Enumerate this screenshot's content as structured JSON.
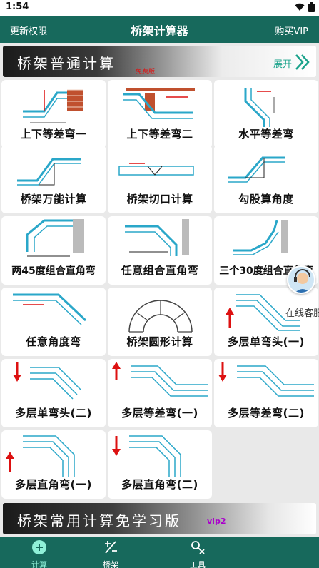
{
  "status": {
    "time": "1:54"
  },
  "appbar": {
    "left_label": "更新权限",
    "title": "桥架计算器",
    "right_label": "购买VIP"
  },
  "banner": {
    "title": "桥架普通计算",
    "subtitle": "免费版",
    "expand_label": "展开"
  },
  "cards": [
    {
      "label": "上下等差弯一"
    },
    {
      "label": "上下等差弯二"
    },
    {
      "label": "水平等差弯"
    },
    {
      "label": "桥架万能计算"
    },
    {
      "label": "桥架切口计算"
    },
    {
      "label": "勾股算角度"
    },
    {
      "label": "两45度组合直角弯"
    },
    {
      "label": "任意组合直角弯"
    },
    {
      "label": "三个30度组合直角弯"
    },
    {
      "label": "任意角度弯"
    },
    {
      "label": "桥架圆形计算"
    },
    {
      "label": "多层单弯头(一)"
    },
    {
      "label": "多层单弯头(二)"
    },
    {
      "label": "多层等差弯(一)"
    },
    {
      "label": "多层等差弯(二)"
    },
    {
      "label": "多层直角弯(一)"
    },
    {
      "label": "多层直角弯(二)"
    }
  ],
  "service": {
    "label": "在线客服"
  },
  "banner2": {
    "title": "桥架常用计算免学习版",
    "badge": "vip2"
  },
  "nav": [
    {
      "label": "计算",
      "icon": "calculator-icon",
      "active": true
    },
    {
      "label": "桥架",
      "icon": "plus-minus-icon",
      "active": false
    },
    {
      "label": "工具",
      "icon": "tools-icon",
      "active": false
    }
  ],
  "colors": {
    "primary": "#17695c",
    "accent": "#1aa38b",
    "line": "#2aa7c9",
    "red": "#d11a1a"
  }
}
